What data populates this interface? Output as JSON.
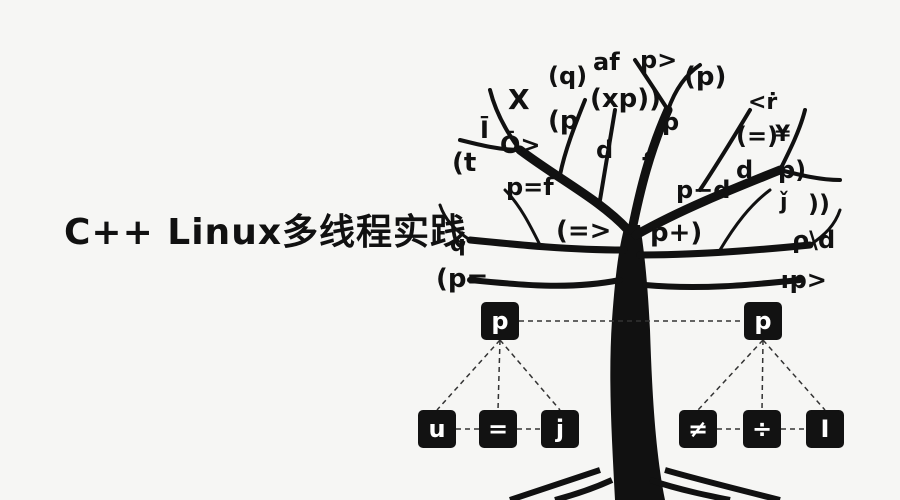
{
  "title": "C++ Linux多线程实践",
  "tree_symbols": [
    {
      "text": "(q)",
      "size": 24
    },
    {
      "text": "af",
      "size": 24
    },
    {
      "text": "p>",
      "size": 24
    },
    {
      "text": "(p)",
      "size": 26
    },
    {
      "text": "X",
      "size": 28
    },
    {
      "text": "(xp))",
      "size": 26
    },
    {
      "text": "<ṙ",
      "size": 22
    },
    {
      "text": "(p",
      "size": 26
    },
    {
      "text": "p",
      "size": 24
    },
    {
      "text": "Ī",
      "size": 24
    },
    {
      "text": "Ō>",
      "size": 24
    },
    {
      "text": "d",
      "size": 24
    },
    {
      "text": "f",
      "size": 26
    },
    {
      "text": "(=)",
      "size": 24
    },
    {
      "text": "¥",
      "size": 22
    },
    {
      "text": "(t",
      "size": 26
    },
    {
      "text": "p=f",
      "size": 24
    },
    {
      "text": "p−d",
      "size": 24
    },
    {
      "text": "d",
      "size": 24
    },
    {
      "text": "p)",
      "size": 24
    },
    {
      "text": "(=>",
      "size": 26
    },
    {
      "text": "p+)",
      "size": 26
    },
    {
      "text": "ǰ",
      "size": 22
    },
    {
      "text": "))",
      "size": 24
    },
    {
      "text": "q",
      "size": 22
    },
    {
      "text": "ρ\\d",
      "size": 24
    },
    {
      "text": "(p=",
      "size": 26
    },
    {
      "text": ":p>",
      "size": 24
    }
  ],
  "nodes": {
    "left_root": "p",
    "right_root": "p",
    "left_children": [
      "u",
      "=",
      "j"
    ],
    "right_children": [
      "≠",
      "÷",
      "I"
    ]
  }
}
